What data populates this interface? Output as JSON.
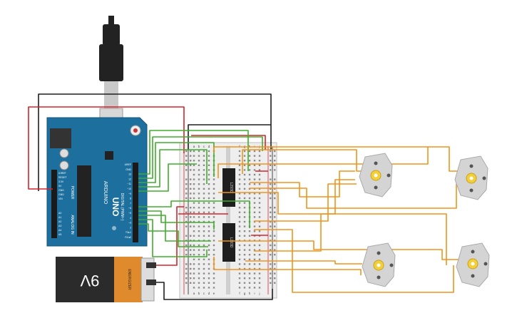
{
  "battery": {
    "label": "9V",
    "brand": "ENERGIZER",
    "colors": {
      "body": "#2b2b2b",
      "band": "#e08a2e"
    }
  },
  "arduino": {
    "model": "UNO",
    "brand": "ARDUINO",
    "power_header": "POWER",
    "analog_header": "ANALOG IN",
    "digital_header": "DIGITAL (PWM~)",
    "power_pins": [
      "IOREF",
      "RESET",
      "3.3V",
      "5V",
      "GND",
      "GND",
      "VIN"
    ],
    "analog_pins": [
      "A0",
      "A1",
      "A2",
      "A3",
      "A4",
      "A5"
    ],
    "digital_pins": [
      "AREF",
      "GND",
      "13",
      "12",
      "~11",
      "~10",
      "~9",
      "8",
      "7",
      "~6",
      "~5",
      "4",
      "~3",
      "2",
      "TX▸1",
      "RX◂0"
    ],
    "board_color": "#1d6f9e"
  },
  "breadboard": {
    "columns_top": [
      "a",
      "b",
      "c",
      "d",
      "e"
    ],
    "columns_bottom": [
      "f",
      "g",
      "h",
      "i",
      "j"
    ],
    "rows": 30
  },
  "chips": [
    {
      "label": "L293D"
    },
    {
      "label": "L293D"
    }
  ],
  "motors": [
    {
      "name": "motor-top-left"
    },
    {
      "name": "motor-top-right"
    },
    {
      "name": "motor-bottom-left"
    },
    {
      "name": "motor-bottom-right"
    }
  ],
  "wire_colors": {
    "orange": "#f0941c",
    "green": "#3fae2a",
    "red": "#d6232a",
    "black": "#1e1e1e"
  },
  "usb_color": "#222222"
}
